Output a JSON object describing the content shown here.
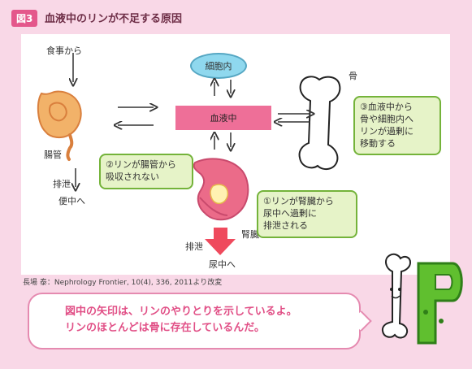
{
  "figure": {
    "number": "図3",
    "title": "血液中のリンが不足する原因"
  },
  "nodes": {
    "food": "食事から",
    "cells": "細胞内",
    "blood": "血液中",
    "intestine": "腸管",
    "bone": "骨",
    "kidney": "腎臓",
    "intestine_excrete": "排泄",
    "stool": "便中へ",
    "kidney_excrete": "排泄",
    "urine": "尿中へ"
  },
  "callouts": {
    "intestine": [
      "②リンが腸管から",
      "吸収されない"
    ],
    "bone": [
      "③血液中から",
      "骨や細胞内へ",
      "リンが過剰に",
      "移動する"
    ],
    "kidney": [
      "①リンが腎臓から",
      "尿中へ過剰に",
      "排泄される"
    ]
  },
  "source": "長場 泰：Nephrology Frontier, 10(4), 336, 2011より改変",
  "message": [
    "図中の矢印は、リンのやりとりを示しているよ。",
    "リンのほとんどは骨に存在しているんだ。"
  ],
  "colors": {
    "background": "#f9d8e7",
    "blood": "#ee6f98",
    "cells": "#8fd8ee",
    "callout": "#e6f3c8",
    "callout_border": "#74b33a",
    "accent": "#e4578b"
  }
}
